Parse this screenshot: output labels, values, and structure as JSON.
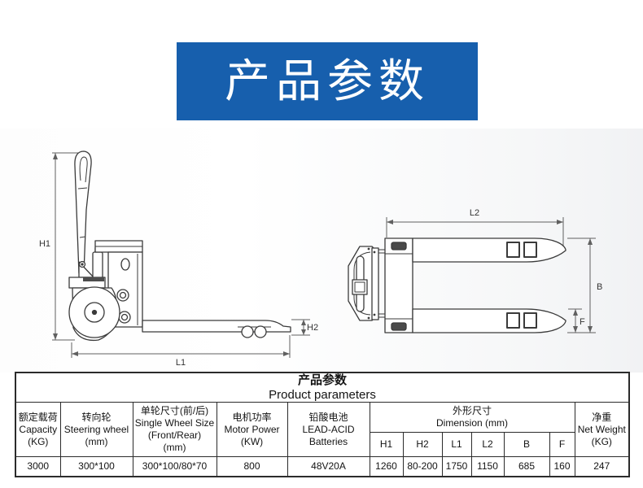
{
  "colors": {
    "banner_bg": "#175fad",
    "banner_text": "#ffffff",
    "drawing_line": "#3a3a3a",
    "dimension_line": "#555555",
    "table_border": "#2b2b2b"
  },
  "banner": {
    "title": "产品参数"
  },
  "diagram": {
    "side": {
      "h1": "H1",
      "h2": "H2",
      "l1": "L1"
    },
    "top": {
      "l2": "L2",
      "b": "B",
      "f": "F"
    }
  },
  "table": {
    "title": {
      "cn": "产品参数",
      "en": "Product parameters"
    },
    "headers": {
      "capacity": {
        "cn": "额定载荷",
        "en": "Capacity",
        "unit": "(KG)"
      },
      "steering": {
        "cn": "转向轮",
        "en": "Steering wheel",
        "unit": "(mm)"
      },
      "wheel_size": {
        "cn": "单轮尺寸(前/后)",
        "en": "Single Wheel Size",
        "en2": "(Front/Rear)",
        "unit": "(mm)"
      },
      "motor": {
        "cn": "电机功率",
        "en": "Motor Power",
        "unit": "(KW)"
      },
      "battery": {
        "cn": "铅酸电池",
        "en": "LEAD-ACID",
        "en2": "Batteries"
      },
      "dimension": {
        "cn": "外形尺寸",
        "en": "Dimension (mm)",
        "sub": {
          "h1": "H1",
          "h2": "H2",
          "l1": "L1",
          "l2": "L2",
          "b": "B",
          "f": "F"
        }
      },
      "net_weight": {
        "cn": "净重",
        "en": "Net Weight",
        "unit": "(KG)"
      }
    },
    "values": {
      "capacity": "3000",
      "steering": "300*100",
      "wheel_size": "300*100/80*70",
      "motor": "800",
      "battery": "48V20A",
      "h1": "1260",
      "h2": "80-200",
      "l1": "1750",
      "l2": "1150",
      "b": "685",
      "f": "160",
      "net_weight": "247"
    }
  }
}
